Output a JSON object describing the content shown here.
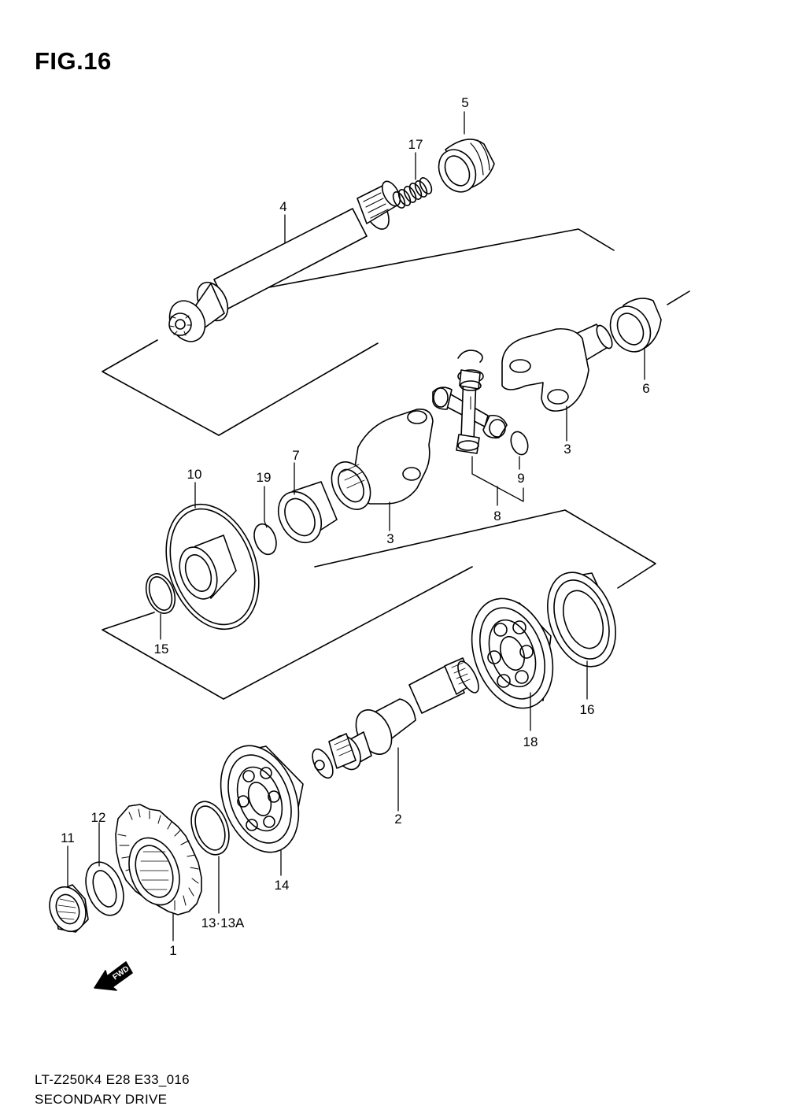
{
  "figure_title": "FIG.16",
  "footer": {
    "model_code": "LT-Z250K4 E28 E33_016",
    "section_name": "SECONDARY DRIVE"
  },
  "fwd_label": "FWD",
  "part_labels": {
    "p1": "1",
    "p2": "2",
    "p3a": "3",
    "p3b": "3",
    "p4": "4",
    "p5": "5",
    "p6": "6",
    "p7": "7",
    "p8": "8",
    "p9": "9",
    "p10": "10",
    "p11": "11",
    "p12": "12",
    "p13": "13·13A",
    "p14": "14",
    "p15": "15",
    "p16": "16",
    "p17": "17",
    "p18": "18",
    "p19": "19"
  }
}
